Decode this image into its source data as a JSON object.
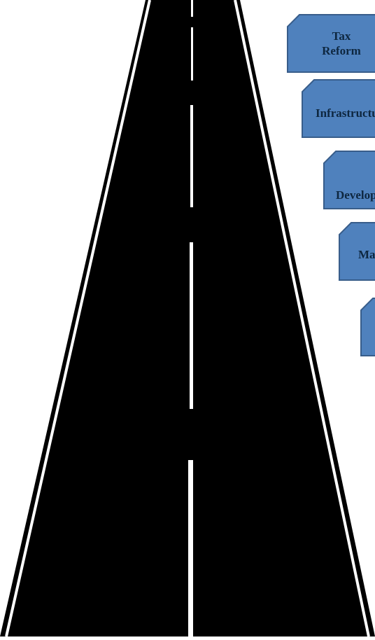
{
  "labels": [
    {
      "text": "Tax\nReform"
    },
    {
      "text": "Infrastructure"
    },
    {
      "text": "Development"
    },
    {
      "text": "Manufacturing"
    },
    {
      "text": ""
    }
  ],
  "colors": {
    "road": "#000000",
    "edge_line": "#ffffff",
    "tag_fill": "#4f81bd",
    "tag_stroke": "#385d8a",
    "tag_text": "#0e2740"
  }
}
